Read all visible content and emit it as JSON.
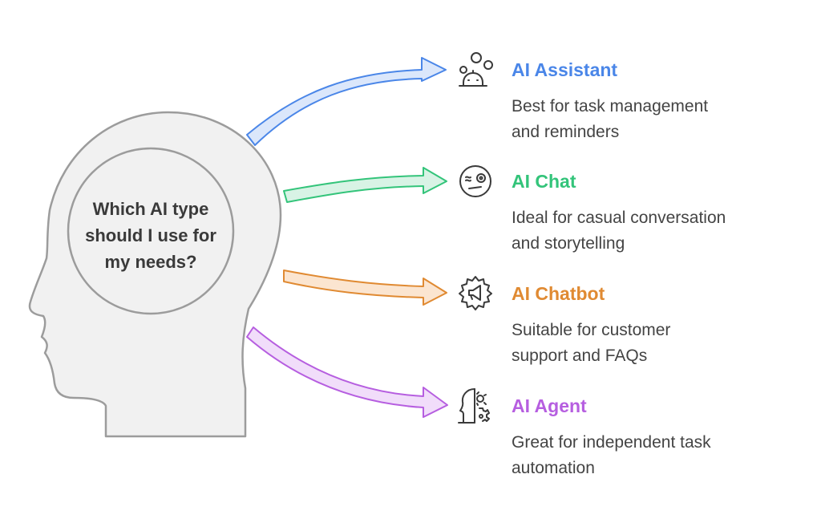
{
  "question": {
    "lines": [
      "Which AI type",
      "should I use for",
      "my needs?"
    ]
  },
  "options": [
    {
      "title": "AI Assistant",
      "color": "#4a86e8",
      "arrow_fill": "#dbe7fb",
      "icon": "robot-assistant-icon",
      "desc_lines": [
        "Best for task management",
        "and reminders"
      ]
    },
    {
      "title": "AI Chat",
      "color": "#33c47a",
      "arrow_fill": "#d8f3e5",
      "icon": "thinking-face-icon",
      "desc_lines": [
        "Ideal for casual conversation",
        "and storytelling"
      ]
    },
    {
      "title": "AI Chatbot",
      "color": "#e08a32",
      "arrow_fill": "#fbe5d0",
      "icon": "megaphone-gear-icon",
      "desc_lines": [
        "Suitable for customer",
        "support and FAQs"
      ]
    },
    {
      "title": "AI Agent",
      "color": "#b65ee0",
      "arrow_fill": "#f1ddfa",
      "icon": "human-gear-head-icon",
      "desc_lines": [
        "Great for independent task",
        "automation"
      ]
    }
  ]
}
